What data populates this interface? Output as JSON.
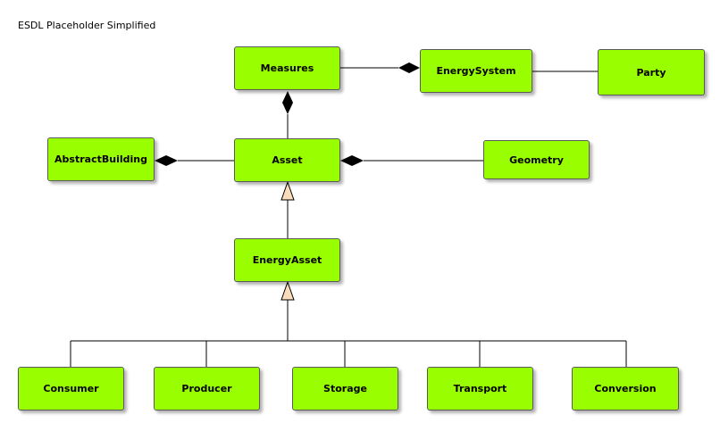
{
  "diagram": {
    "title": "ESDL Placeholder Simplified",
    "class_fill": "#99ff00",
    "classes": {
      "measures": "Measures",
      "energy_system": "EnergySystem",
      "party": "Party",
      "abstract_building": "AbstractBuilding",
      "asset": "Asset",
      "geometry": "Geometry",
      "energy_asset": "EnergyAsset",
      "consumer": "Consumer",
      "producer": "Producer",
      "storage": "Storage",
      "transport": "Transport",
      "conversion": "Conversion"
    },
    "relations": [
      {
        "from": "EnergySystem",
        "to": "Measures",
        "kind": "composition"
      },
      {
        "from": "EnergySystem",
        "to": "Party",
        "kind": "association"
      },
      {
        "from": "Measures",
        "to": "Asset",
        "kind": "composition"
      },
      {
        "from": "AbstractBuilding",
        "to": "Asset",
        "kind": "composition"
      },
      {
        "from": "Asset",
        "to": "Geometry",
        "kind": "composition"
      },
      {
        "from": "EnergyAsset",
        "to": "Asset",
        "kind": "generalization"
      },
      {
        "from": "Consumer",
        "to": "EnergyAsset",
        "kind": "generalization"
      },
      {
        "from": "Producer",
        "to": "EnergyAsset",
        "kind": "generalization"
      },
      {
        "from": "Storage",
        "to": "EnergyAsset",
        "kind": "generalization"
      },
      {
        "from": "Transport",
        "to": "EnergyAsset",
        "kind": "generalization"
      },
      {
        "from": "Conversion",
        "to": "EnergyAsset",
        "kind": "generalization"
      }
    ]
  }
}
